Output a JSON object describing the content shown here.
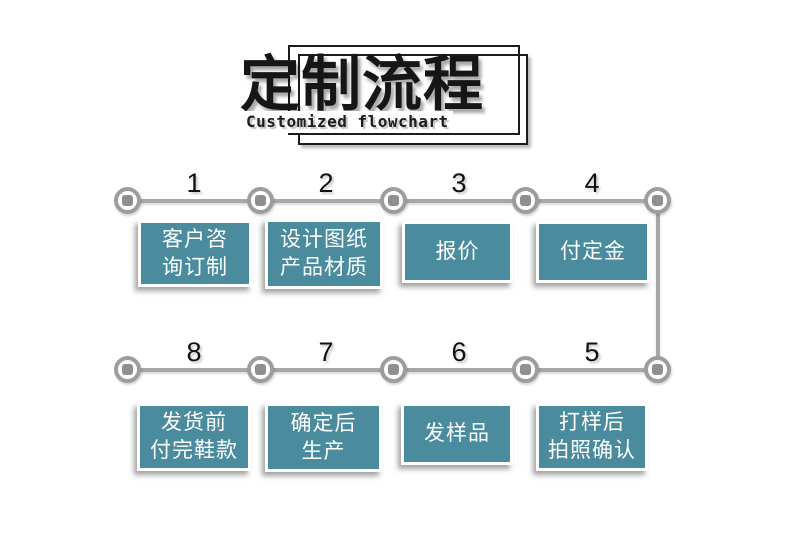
{
  "page": {
    "background": "#ffffff"
  },
  "header": {
    "title": "定制流程",
    "subtitle": "Customized flowchart"
  },
  "colors": {
    "box_fill": "#4a8c9e",
    "box_text": "#ffffff",
    "timeline_line": "#a7a7a7",
    "node_ring": "#9d9d9d",
    "node_core": "#8f8f8f",
    "number_text": "#111111",
    "frame_border": "#1c1c1c"
  },
  "flow": {
    "rows": [
      {
        "steps": [
          {
            "number": "1",
            "lines": [
              "客户咨",
              "询订制"
            ]
          },
          {
            "number": "2",
            "lines": [
              "设计图纸",
              "产品材质"
            ]
          },
          {
            "number": "3",
            "lines": [
              "报价"
            ]
          },
          {
            "number": "4",
            "lines": [
              "付定金"
            ]
          }
        ]
      },
      {
        "steps": [
          {
            "number": "8",
            "lines": [
              "发货前",
              "付完鞋款"
            ]
          },
          {
            "number": "7",
            "lines": [
              "确定后",
              "生产"
            ]
          },
          {
            "number": "6",
            "lines": [
              "发样品"
            ]
          },
          {
            "number": "5",
            "lines": [
              "打样后",
              "拍照确认"
            ]
          }
        ]
      }
    ]
  }
}
